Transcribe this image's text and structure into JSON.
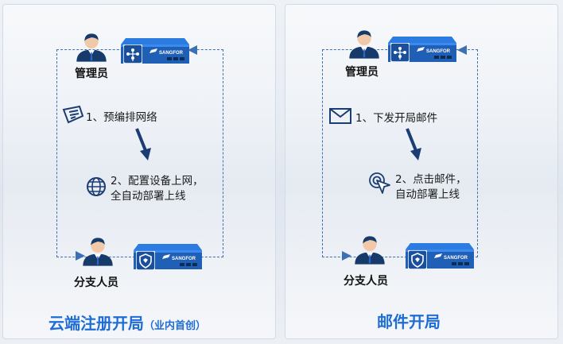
{
  "left_panel": {
    "admin_label": "管理员",
    "step1": "1、预编排网络",
    "step2_line1": "2、配置设备上网，",
    "step2_line2": "全自动部署上线",
    "branch_label": "分支人员",
    "title": "云端注册开局",
    "title_note": "（业内首创）"
  },
  "right_panel": {
    "admin_label": "管理员",
    "step1": "1、下发开局邮件",
    "step2_line1": "2、点击邮件，",
    "step2_line2": "自动部署上线",
    "branch_label": "分支人员",
    "title": "邮件开局"
  },
  "device_brand": "SANGFOR",
  "colors": {
    "accent": "#1e6dd5",
    "device_blue": "#1f5fb5",
    "person_navy": "#163a6a",
    "arrow_navy": "#1b3d73"
  }
}
